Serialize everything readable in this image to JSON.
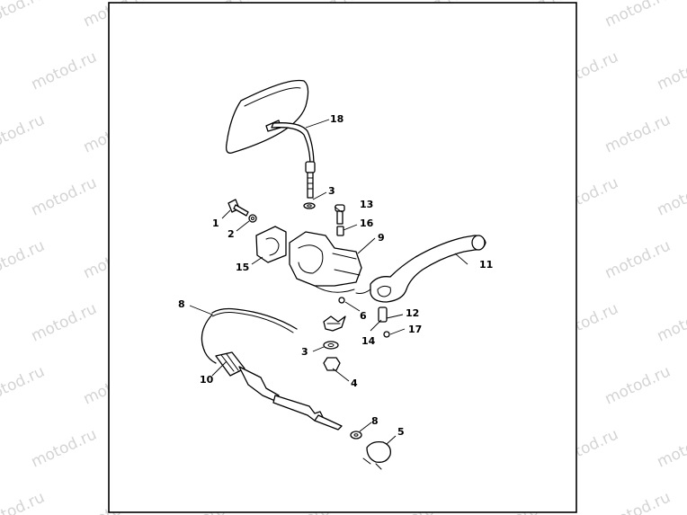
{
  "watermark": {
    "text": "motod.ru",
    "color": "#d4d4d4"
  },
  "callouts": {
    "c1": "1",
    "c2": "2",
    "c3a": "3",
    "c3b": "3",
    "c4": "4",
    "c5": "5",
    "c6": "6",
    "c8a": "8",
    "c8b": "8",
    "c9": "9",
    "c10": "10",
    "c11": "11",
    "c12": "12",
    "c13": "13",
    "c14": "14",
    "c15": "15",
    "c16": "16",
    "c17": "17",
    "c18": "18"
  }
}
